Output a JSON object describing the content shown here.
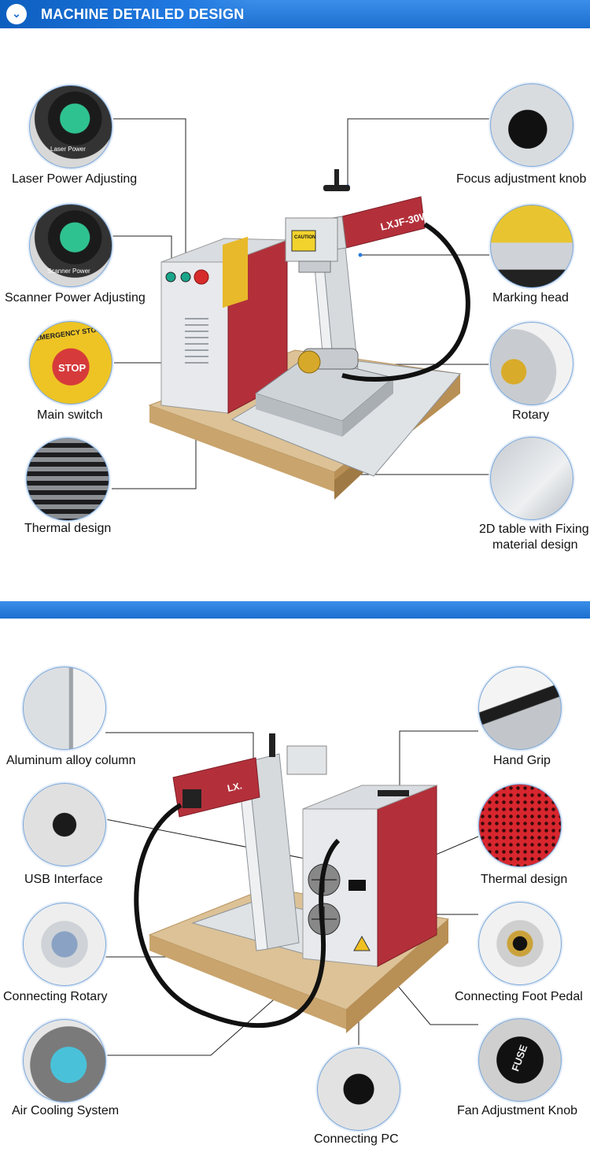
{
  "header": {
    "title": "MACHINE DETAILED DESIGN"
  },
  "brand_plate": "LXJF-30W",
  "brand_plate_2": "LX.",
  "caution_label": "CAUTION",
  "panel_labels": {
    "laser": "Laser Power",
    "scanner": "Scanner Power"
  },
  "stop_text": "STOP",
  "emergency_text": "EMERGENCY STOP",
  "fuse_text": "FUSE",
  "section1": {
    "labels": {
      "laser_power": "Laser Power Adjusting",
      "scanner_power": "Scanner Power Adjusting",
      "main_switch": "Main switch",
      "thermal": "Thermal design",
      "focus_knob": "Focus adjustment knob",
      "marking_head": "Marking head",
      "rotary": "Rotary",
      "table_line1": "2D table with Fixing",
      "table_line2": "material design"
    }
  },
  "section2": {
    "labels": {
      "column": "Aluminum alloy column",
      "usb": "USB Interface",
      "conn_rotary": "Connecting Rotary",
      "air_cooling": "Air Cooling System",
      "conn_pc": "Connecting PC",
      "hand_grip": "Hand Grip",
      "thermal2": "Thermal design",
      "foot_pedal": "Connecting Foot Pedal",
      "fan_knob": "Fan Adjustment Knob"
    }
  },
  "colors": {
    "accent": "#1d6fd0",
    "machine_red": "#b52a35",
    "panel": "#e9ebee",
    "wood": "#d9b98a"
  }
}
